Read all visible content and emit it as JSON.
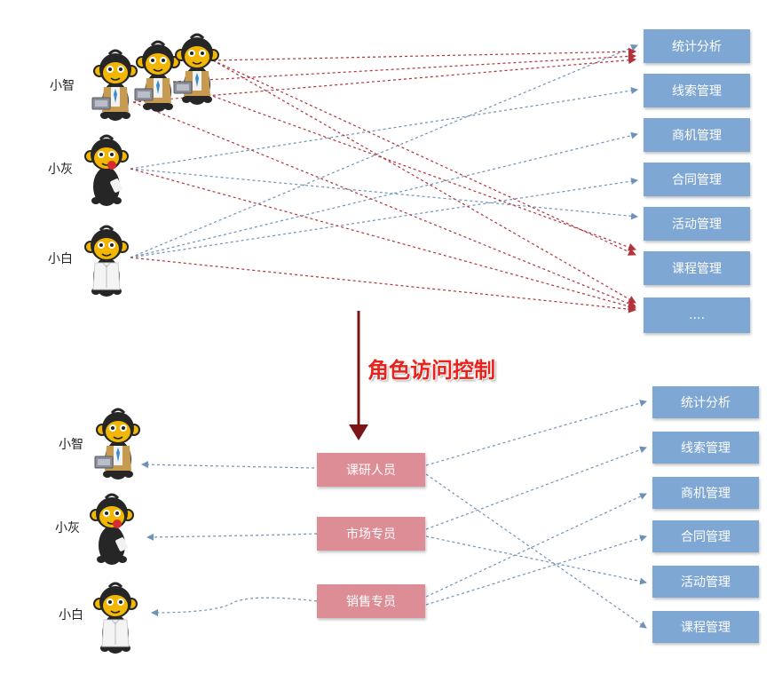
{
  "top": {
    "people": [
      "小智",
      "小灰",
      "小白"
    ],
    "modules": [
      "统计分析",
      "线索管理",
      "商机管理",
      "合同管理",
      "活动管理",
      "课程管理",
      "...."
    ]
  },
  "transition_label": "角色访问控制",
  "bottom": {
    "people": [
      "小智",
      "小灰",
      "小白"
    ],
    "roles": [
      "课研人员",
      "市场专员",
      "销售专员"
    ],
    "modules": [
      "统计分析",
      "线索管理",
      "商机管理",
      "合同管理",
      "活动管理",
      "课程管理"
    ]
  },
  "colors": {
    "module_box": "#7fa7d4",
    "role_box": "#dd8d96",
    "arrow_blue": "#6f93b8",
    "arrow_red": "#b2343b",
    "title_red": "#e8231c",
    "big_arrow": "#7b1416"
  },
  "icons": [
    "monkey-mascot-icon",
    "laptop-icon",
    "down-arrow-icon",
    "cursor-icon"
  ]
}
